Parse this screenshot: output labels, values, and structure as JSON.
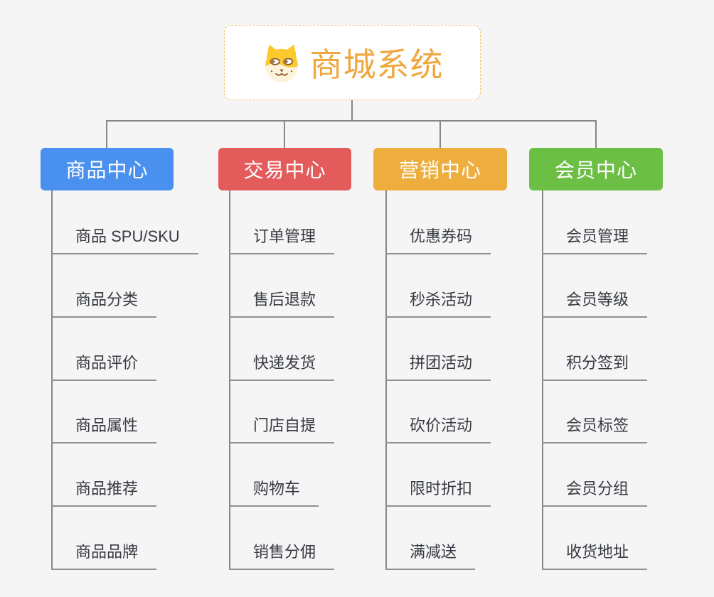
{
  "root": {
    "title": "商城系统",
    "icon": "dog-face-icon"
  },
  "branches": [
    {
      "label": "商品中心",
      "color": "#4a90ee",
      "children": [
        "商品 SPU/SKU",
        "商品分类",
        "商品评价",
        "商品属性",
        "商品推荐",
        "商品品牌"
      ]
    },
    {
      "label": "交易中心",
      "color": "#e45b5c",
      "children": [
        "订单管理",
        "售后退款",
        "快递发货",
        "门店自提",
        "购物车",
        "销售分佣"
      ]
    },
    {
      "label": "营销中心",
      "color": "#eeae3f",
      "children": [
        "优惠券码",
        "秒杀活动",
        "拼团活动",
        "砍价活动",
        "限时折扣",
        "满减送"
      ]
    },
    {
      "label": "会员中心",
      "color": "#6cbe45",
      "children": [
        "会员管理",
        "会员等级",
        "积分签到",
        "会员标签",
        "会员分组",
        "收货地址"
      ]
    }
  ],
  "style": {
    "background": "#f5f5f6",
    "connector_color": "#868789",
    "leaf_underline_color": "#8f9193",
    "leaf_text_color": "#363a41",
    "root_title_color": "#efa73e",
    "root_border_color": "#f3c36f"
  }
}
